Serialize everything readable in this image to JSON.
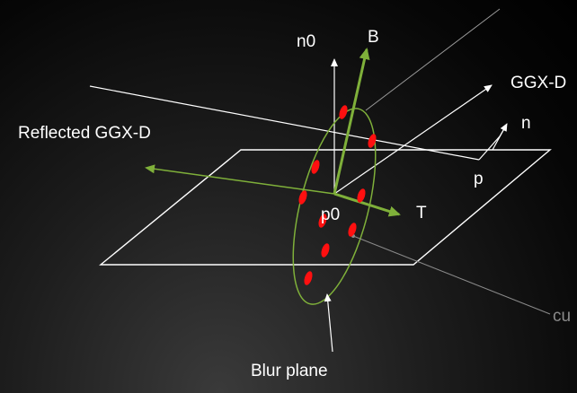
{
  "labels": {
    "n0": "n0",
    "B": "B",
    "ggx_d": "GGX-D",
    "n": "n",
    "reflected_ggx_d": "Reflected GGX-D",
    "p": "p",
    "p0": "p0",
    "T": "T",
    "cut": "cu",
    "blur_plane": "Blur plane"
  },
  "colors": {
    "background": "#000000",
    "lines": "#ffffff",
    "accent_green": "#7fb03a",
    "sample_red": "#ff1010",
    "callout_gray": "#8a8a8a"
  }
}
